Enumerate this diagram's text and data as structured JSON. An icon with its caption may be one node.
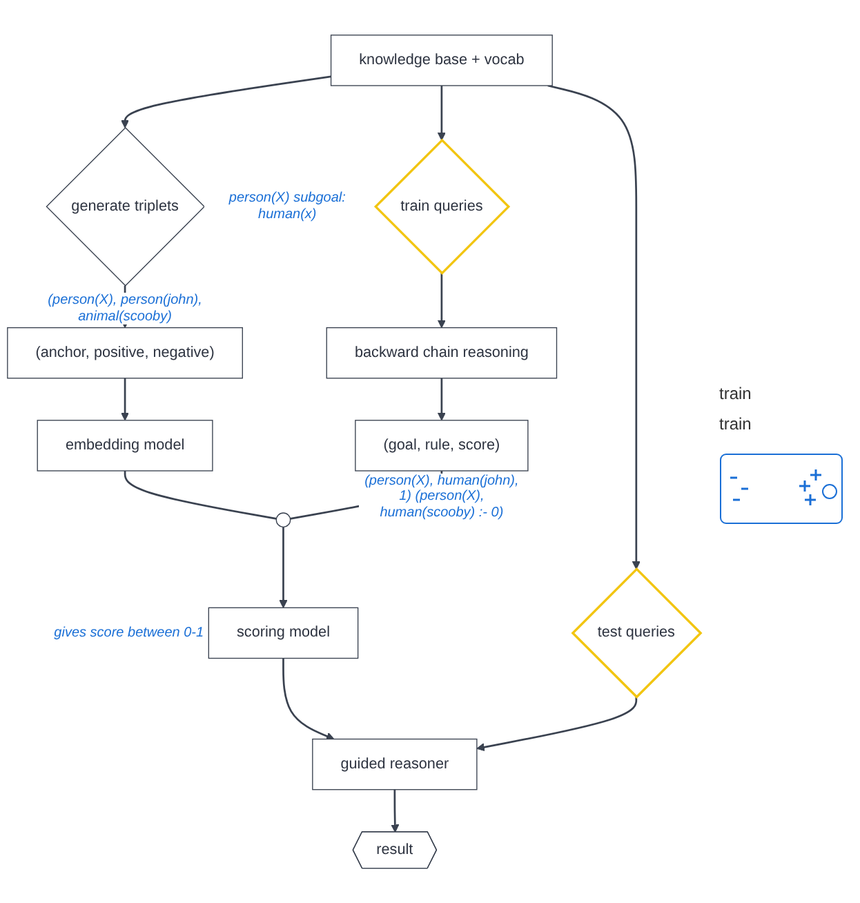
{
  "diagram": {
    "nodes": [
      {
        "text": [
          "knowledge base + vocab"
        ]
      },
      {
        "text": [
          "generate triplets"
        ]
      },
      {
        "text": [
          "train queries"
        ],
        "beside": [
          "person(X) subgoal: human(x)"
        ]
      },
      {
        "text": [
          "(anchor, positive, negative)"
        ],
        "beside": [
          "(person(X), person(john), animal(scooby)"
        ]
      },
      {
        "text": [
          "backward chain reasoning"
        ]
      },
      {
        "text": [
          "embedding model"
        ]
      },
      {
        "text": [],
        "shape": "circle"
      },
      {
        "text": [
          "(goal, rule, score)"
        ],
        "beside": [
          "(person(X), human(john), 1) (person(X), human(scooby) :- 0)"
        ]
      },
      {
        "text": [
          "scoring model"
        ],
        "beside": [
          "gives score between 0-1"
        ]
      },
      {
        "text": [
          "test queries"
        ]
      },
      {
        "text": [
          "guided reasoner"
        ]
      },
      {
        "text": [
          "result"
        ]
      }
    ],
    "edges": [
      {
        "from": 0,
        "to": 1,
        "arrow": "to"
      },
      {
        "from": 0,
        "to": 2,
        "arrow": "to"
      },
      {
        "from": 0,
        "to": 9,
        "arrow": "to"
      },
      {
        "from": 1,
        "to": 3,
        "arrow": "to"
      },
      {
        "from": 2,
        "to": 4,
        "arrow": "to"
      },
      {
        "from": 3,
        "to": 5,
        "arrow": "to"
      },
      {
        "from": 4,
        "to": 7,
        "arrow": "to"
      },
      {
        "from": 5,
        "to": 6,
        "arrow": "none"
      },
      {
        "from": 7,
        "to": 6,
        "arrow": "none"
      },
      {
        "from": 6,
        "to": 8,
        "arrow": "to"
      },
      {
        "from": 8,
        "to": 10,
        "arrow": "to"
      },
      {
        "from": 9,
        "to": 10,
        "arrow": "to"
      },
      {
        "from": 10,
        "to": 11,
        "arrow": "to"
      }
    ],
    "labels": [
      "train",
      "train"
    ]
  }
}
